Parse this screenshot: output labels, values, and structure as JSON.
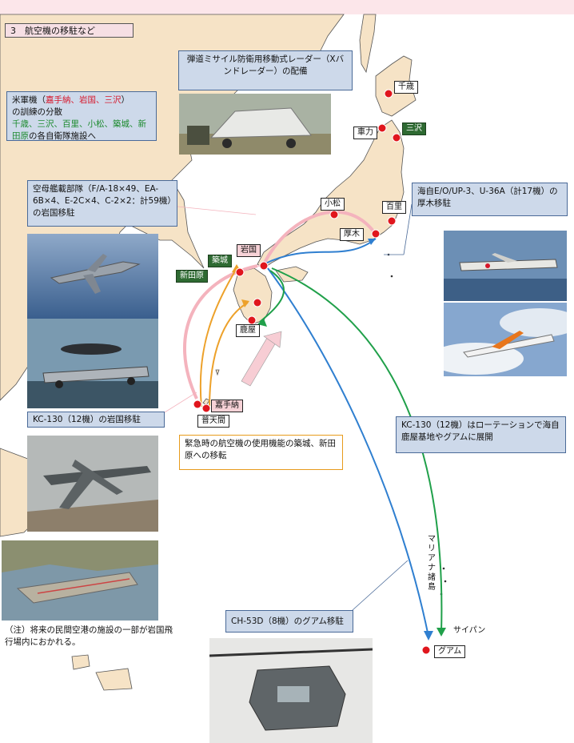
{
  "title": "3　航空機の移駐など",
  "boxes": {
    "radar": "弾道ミサイル防衛用移動式レーダー（Xバンドレーダー）の配備",
    "training_l1_a": "米軍機（",
    "training_l1_red": "嘉手納、岩国、三沢",
    "training_l1_b": "）",
    "training_l2": "の訓練の分散",
    "training_l3_green": "千歳、三沢、百里、小松、築城、新田原",
    "training_l3_b": "の各自衛隊施設へ",
    "carrier": "空母艦載部隊（F/A-18×49、EA-6B×4、E-2C×4、C-2×2：計59機）の岩国移駐",
    "kc130_iwakuni": "KC-130（12機）の岩国移駐",
    "emergency": "緊急時の航空機の使用機能の築城、新田原への移転",
    "navy_atsugi": "海自E/O/UP-3、U-36A（計17機）の厚木移駐",
    "kc130_rotation": "KC-130（12機）はローテーションで海自鹿屋基地やグアムに展開",
    "ch53": "CH-53D（8機）のグアム移駐",
    "note": "（注）将来の民間空港の施設の一部が岩国飛行場内におかれる。"
  },
  "places": {
    "chitose": "千歳",
    "shariki": "車力",
    "misawa": "三沢",
    "komatsu": "小松",
    "hyakuri": "百里",
    "atsugi": "厚木",
    "iwakuni": "岩国",
    "tsuiki": "築城",
    "nyutabaru": "新田原",
    "kanoya": "鹿屋",
    "kadena": "嘉手納",
    "futenma": "普天間",
    "saipan": "サイパン",
    "guam": "グアム",
    "mariana": "マリアナ諸島"
  },
  "colors": {
    "land": "#f6e3c6",
    "arrow_pink": "#f4b3bd",
    "arrow_orange": "#eda12a",
    "arrow_blue": "#2f7fd0",
    "arrow_green": "#20a04a",
    "base_dot": "#e0161d"
  },
  "photos": [
    {
      "name": "radar-photo",
      "subject": "xband-radar"
    },
    {
      "name": "fa18-photo",
      "subject": "fa-18-jet"
    },
    {
      "name": "e2c-photo",
      "subject": "e-2c-aircraft"
    },
    {
      "name": "kc130-photo",
      "subject": "kc-130-aircraft"
    },
    {
      "name": "airport-photo",
      "subject": "iwakuni-airfield-aerial"
    },
    {
      "name": "p3-photo",
      "subject": "p-3-aircraft"
    },
    {
      "name": "u36-photo",
      "subject": "u-36a-aircraft"
    },
    {
      "name": "ch53-photo",
      "subject": "ch-53d-helicopter"
    }
  ]
}
